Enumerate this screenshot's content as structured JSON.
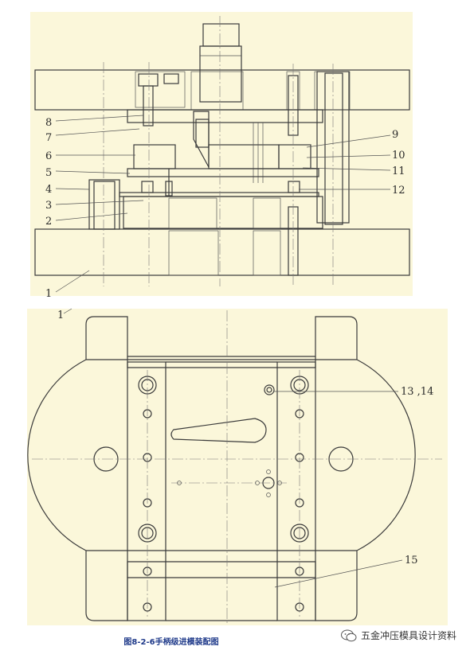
{
  "colors": {
    "paper": "#fbf7da",
    "line": "#3a3a3a",
    "caption": "#1f3a8a"
  },
  "callouts_left": [
    "8",
    "7",
    "6",
    "5",
    "4",
    "3",
    "2",
    "1"
  ],
  "callouts_right": [
    "9",
    "10",
    "11",
    "12"
  ],
  "callout_1_lower": "1",
  "callout_13_14": "13 ,14",
  "callout_15": "15",
  "caption": "图8-2-6手柄级进模装配图",
  "watermark": {
    "icon": "wechat-icon",
    "text": "五金冲压模具设计资料"
  }
}
